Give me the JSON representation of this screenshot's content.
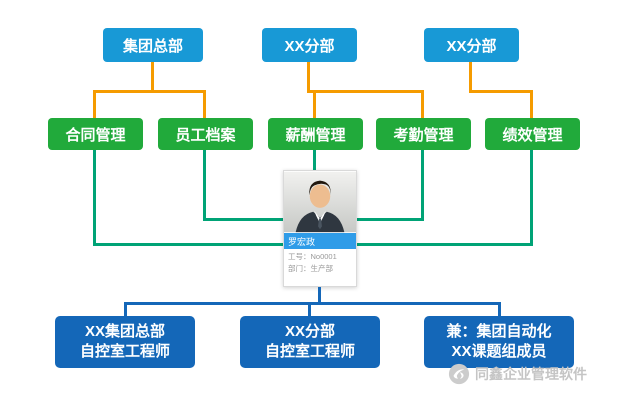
{
  "top_boxes": [
    {
      "label": "集团总部"
    },
    {
      "label": "XX分部"
    },
    {
      "label": "XX分部"
    }
  ],
  "module_boxes": [
    {
      "label": "合同管理"
    },
    {
      "label": "员工档案"
    },
    {
      "label": "薪酬管理"
    },
    {
      "label": "考勤管理"
    },
    {
      "label": "绩效管理"
    }
  ],
  "profile": {
    "name": "罗宏政",
    "line1": "工号：No0001",
    "line2": "部门：生产部"
  },
  "bottom_boxes": [
    {
      "line1": "XX集团总部",
      "line2": "自控室工程师"
    },
    {
      "line1": "XX分部",
      "line2": "自控室工程师"
    },
    {
      "line1": "兼：集团自动化",
      "line2": "XX课题组成员"
    }
  ],
  "watermark": {
    "text": "同鑫企业管理软件"
  },
  "colors": {
    "top_blue": "#1899d6",
    "module_green": "#21aa3b",
    "bottom_blue": "#1467b8",
    "orange_connector": "#f59b00",
    "green_connector": "#00a376",
    "name_bar_blue": "#2f9ce8"
  }
}
